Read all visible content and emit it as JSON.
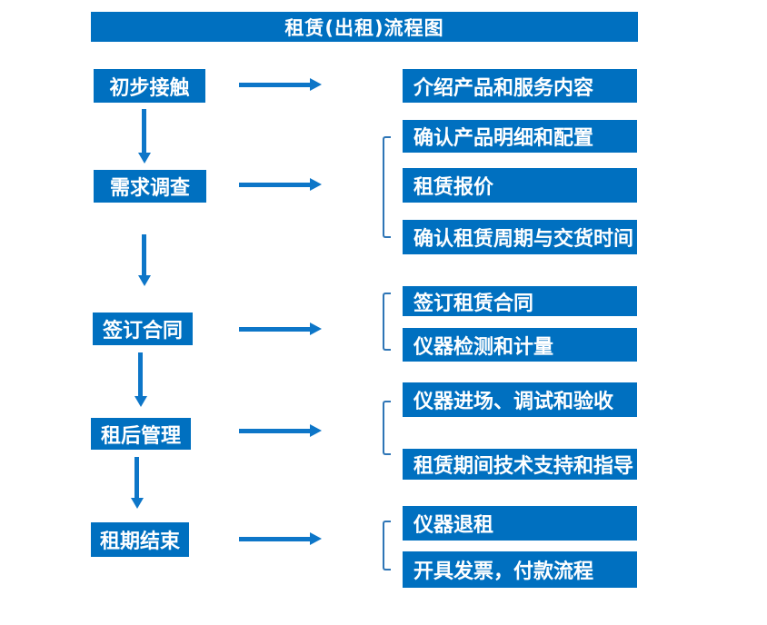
{
  "title": "租赁(出租)流程图",
  "colors": {
    "box_blue": "#0070C0",
    "arrow_blue": "#0D76C8",
    "bracket_blue": "#2E75B6",
    "text_white": "#FFFFFF",
    "background": "#FFFFFF"
  },
  "flow": [
    {
      "stage": "初步接触",
      "details": [
        "介绍产品和服务内容"
      ]
    },
    {
      "stage": "需求调查",
      "details": [
        "确认产品明细和配置",
        "租赁报价",
        "确认租赁周期与交货时间"
      ]
    },
    {
      "stage": "签订合同",
      "details": [
        "签订租赁合同",
        "仪器检测和计量"
      ]
    },
    {
      "stage": "租后管理",
      "details": [
        "仪器进场、调试和验收",
        "租赁期间技术支持和指导"
      ]
    },
    {
      "stage": "租期结束",
      "details": [
        "仪器退租",
        "开具发票，付款流程"
      ]
    }
  ]
}
